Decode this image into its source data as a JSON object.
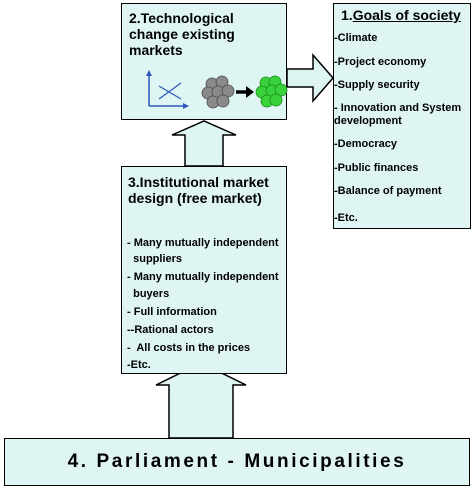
{
  "goals": {
    "number": "1.",
    "title": "Goals of society",
    "items": [
      "-Climate",
      "-Project economy",
      "-Supply security",
      "- Innovation and System development",
      "-Democracy",
      "-Public finances",
      "-Balance of payment",
      "-Etc."
    ]
  },
  "tech": {
    "title": "2.Technological change existing markets",
    "icons": [
      "chart-icon",
      "gray-cluster-icon",
      "right-arrow-icon",
      "green-cluster-icon"
    ]
  },
  "institutional": {
    "title": "3.Institutional market design (free market)",
    "items": [
      "- Many mutually independent",
      "  suppliers",
      "- Many mutually independent",
      "  buyers",
      "- Full information",
      "--Rational actors",
      "-  All costs in the prices",
      "-Etc."
    ]
  },
  "parliament": {
    "label": "4. Parliament - Municipalities"
  },
  "colors": {
    "box_fill": "#dff5f4",
    "outline": "#000000",
    "chart_blue": "#2b58b8",
    "cluster_gray": "#8a8a8a",
    "cluster_green": "#39d23a"
  }
}
